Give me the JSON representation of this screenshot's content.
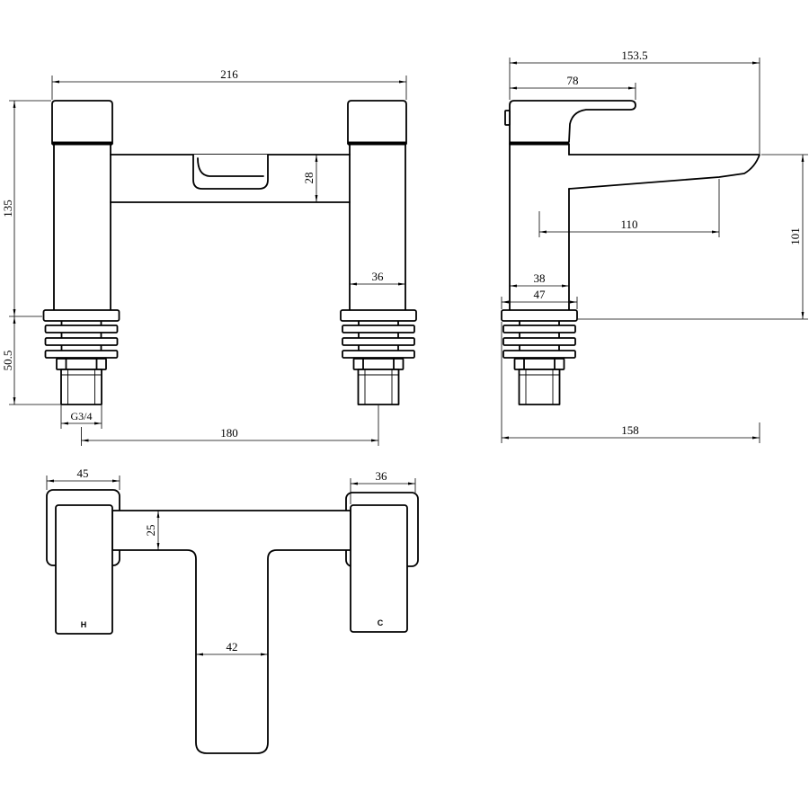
{
  "front_view": {
    "overall_width": "216",
    "height_to_base": "135",
    "bridge_height": "28",
    "pillar_width": "36",
    "base_height": "50.5",
    "thread_size": "G3/4",
    "tap_centres": "180"
  },
  "side_view": {
    "overall_depth": "153.5",
    "handle_reach": "78",
    "spout_projection": "110",
    "spout_height": "101",
    "body_depth": "38",
    "base_depth": "47",
    "overall_base_to_spout": "158"
  },
  "top_view": {
    "hot_base_width": "45",
    "cold_handle_width": "36",
    "bridge_width": "25",
    "spout_width": "42",
    "hot_label": "H",
    "cold_label": "C"
  },
  "colors": {
    "line": "#000000",
    "background": "#ffffff"
  }
}
